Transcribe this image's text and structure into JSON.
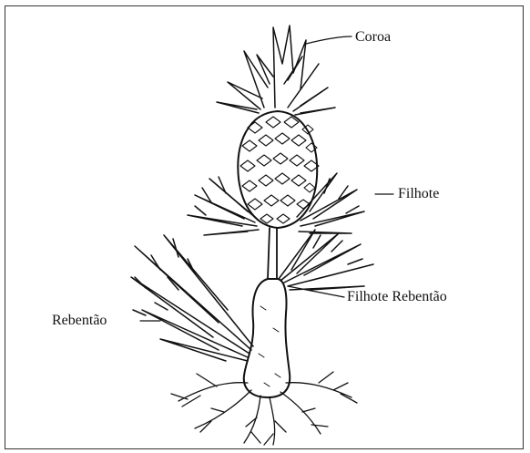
{
  "diagram": {
    "labels": {
      "coroa": "Coroa",
      "filhote": "Filhote",
      "filhote_rebentao": "Filhote Rebentão",
      "rebentao": "Rebentão"
    },
    "colors": {
      "ink": "#111111",
      "border": "#333333",
      "background": "#ffffff"
    }
  }
}
